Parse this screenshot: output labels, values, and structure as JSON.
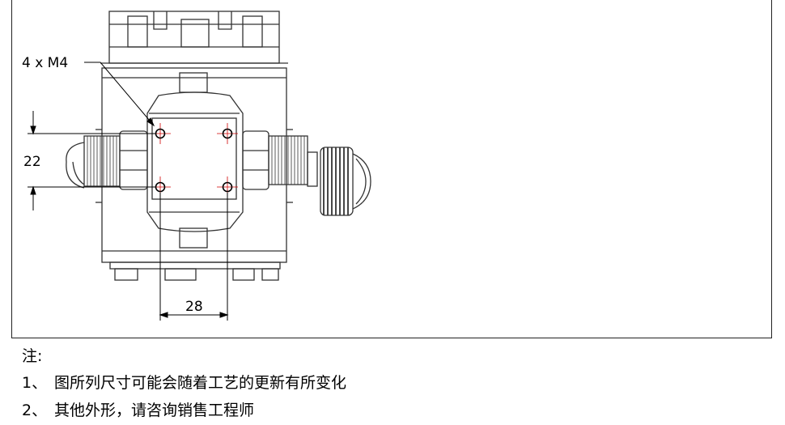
{
  "drawing": {
    "callout_text": "4 x  M4",
    "dim_vertical": "22",
    "dim_horizontal": "28",
    "line_color": "#333333",
    "center_mark_color": "#d00000"
  },
  "notes": {
    "heading": "注:",
    "items": [
      {
        "num": "1、",
        "text": "图所列尺寸可能会随着工艺的更新有所变化"
      },
      {
        "num": "2、",
        "text": "其他外形，请咨询销售工程师"
      }
    ]
  }
}
